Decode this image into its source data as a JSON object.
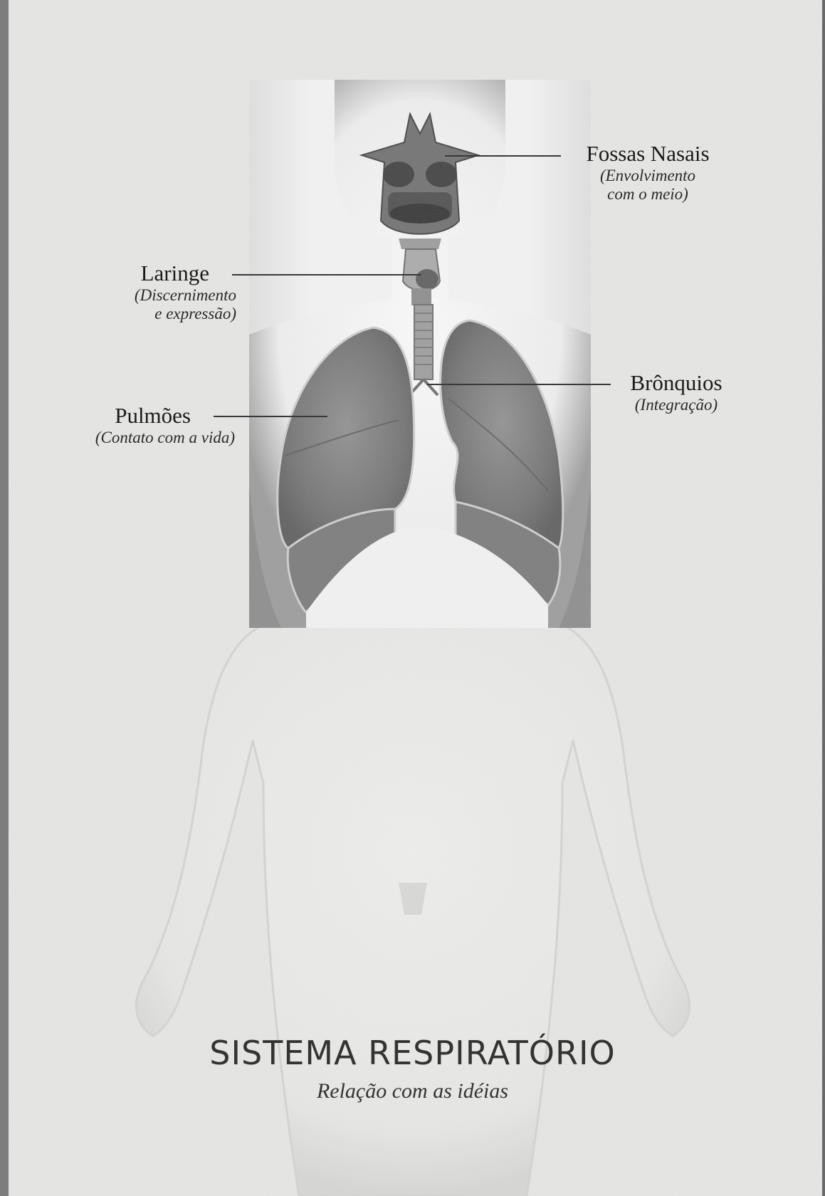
{
  "labels": {
    "fossas_nasais": {
      "name": "Fossas Nasais",
      "desc_line1": "(Envolvimento",
      "desc_line2": "com o meio)"
    },
    "laringe": {
      "name": "Laringe",
      "desc_line1": "(Discernimento",
      "desc_line2": "e expressão)"
    },
    "bronquios": {
      "name": "Brônquios",
      "desc": "(Integração)"
    },
    "pulmoes": {
      "name": "Pulmões",
      "desc": "(Contato com a vida)"
    }
  },
  "title": "SISTEMA RESPIRATÓRIO",
  "subtitle": "Relação com as idéias"
}
